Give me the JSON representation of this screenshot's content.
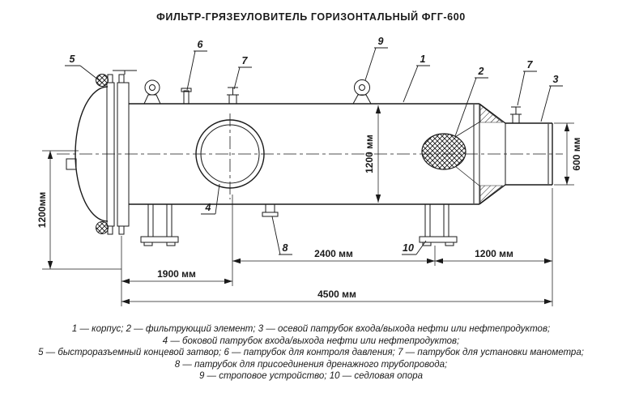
{
  "title": "ФИЛЬТР-ГРЯЗЕУЛОВИТЕЛЬ ГОРИЗОНТАЛЬНЫЙ ФГГ-600",
  "colors": {
    "ink": "#1a1a1a",
    "background": "#ffffff"
  },
  "dimensions": {
    "head_height": "1200мм",
    "shell_diameter": "1200 мм",
    "nozzle_diameter": "600 мм",
    "shell_span": "2400 мм",
    "nozzle_span": "1200 мм",
    "left_span": "1900 мм",
    "overall_length": "4500 мм"
  },
  "callouts": {
    "body": "1",
    "filter_element": "2",
    "axial_nozzle": "3",
    "side_nozzle": "4",
    "closure": "5",
    "pressure_nozzle": "6",
    "manometer_left": "7",
    "manometer_right": "7",
    "drain_nozzle": "8",
    "sling_device": "9",
    "saddle_support": "10"
  },
  "legend": {
    "lines": [
      "1 — корпус; 2 — фильтрующий элемент; 3 — осевой патрубок входа/выхода нефти или нефтепродуктов;",
      "4 — боковой патрубок входа/выхода нефти или нефтепродуктов;",
      "5 — быстроразъемный концевой затвор; 6 — патрубок для контроля давления; 7 — патрубок для установки манометра;",
      "8 — патрубок для присоединения дренажного трубопровода;",
      "9 — строповое устройство; 10 — седловая опора"
    ]
  }
}
